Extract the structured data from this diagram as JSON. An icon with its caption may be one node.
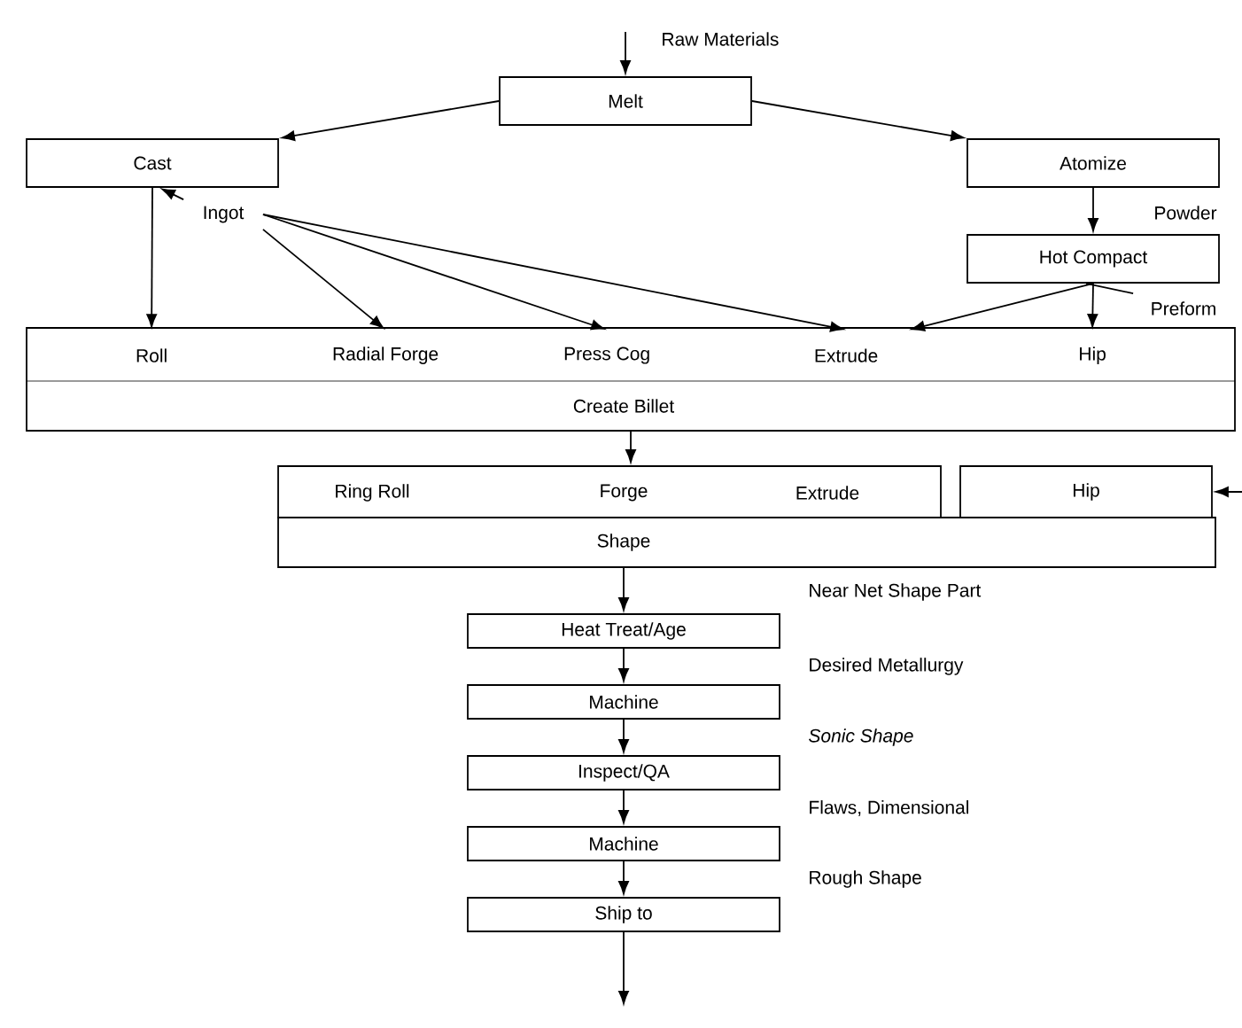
{
  "diagram": {
    "nodes": [
      {
        "text": [
          "Melt"
        ]
      },
      {
        "text": [
          "Cast"
        ]
      },
      {
        "text": [
          "Atomize"
        ]
      },
      {
        "text": [
          "Ingot"
        ]
      },
      {
        "text": [
          "Hot Compact"
        ]
      },
      {
        "text": [
          "Preform"
        ]
      },
      {
        "text": [
          "Create Billet"
        ]
      },
      {
        "text": [
          "Roll"
        ],
        "in": 6
      },
      {
        "text": [
          "Radial Forge"
        ],
        "in": 6
      },
      {
        "text": [
          "Press Cog"
        ],
        "in": 6
      },
      {
        "text": [
          "Extrude"
        ],
        "in": 6
      },
      {
        "text": [
          "Hip"
        ],
        "in": 6
      },
      {
        "text": [
          "Ring Roll",
          "Forge",
          "Extrude"
        ]
      },
      {
        "text": [
          "Hip"
        ]
      },
      {
        "text": [
          "Shape"
        ]
      },
      {
        "text": [
          "Heat Treat/Age"
        ]
      },
      {
        "text": [
          "Machine"
        ]
      },
      {
        "text": [
          "Inspect/QA"
        ]
      },
      {
        "text": [
          "Machine"
        ]
      },
      {
        "text": [
          "Ship to"
        ]
      }
    ],
    "edges": [
      {
        "from": null,
        "to": 0,
        "arrow": "to",
        "label": "Raw Materials"
      },
      {
        "from": 0,
        "to": 1,
        "arrow": "to"
      },
      {
        "from": 0,
        "to": 2,
        "arrow": "to"
      },
      {
        "from": 1,
        "to": 7,
        "arrow": "to"
      },
      {
        "from": 3,
        "to": 1,
        "arrow": "to"
      },
      {
        "from": 3,
        "to": 8,
        "arrow": "to"
      },
      {
        "from": 3,
        "to": 9,
        "arrow": "to"
      },
      {
        "from": 3,
        "to": 10,
        "arrow": "to"
      },
      {
        "from": 2,
        "to": 4,
        "arrow": "to",
        "label": "Powder"
      },
      {
        "from": 4,
        "to": 10,
        "arrow": "to"
      },
      {
        "from": 4,
        "to": 11,
        "arrow": "to"
      },
      {
        "from": 5,
        "to": 4,
        "arrow": "none"
      },
      {
        "from": 6,
        "to": 12,
        "arrow": "to"
      },
      {
        "from": null,
        "to": 13,
        "arrow": "to"
      },
      {
        "from": 14,
        "to": 15,
        "arrow": "to"
      },
      {
        "from": 15,
        "to": 16,
        "arrow": "to"
      },
      {
        "from": 16,
        "to": 17,
        "arrow": "to"
      },
      {
        "from": 17,
        "to": 18,
        "arrow": "to"
      },
      {
        "from": 18,
        "to": 19,
        "arrow": "to"
      },
      {
        "from": 19,
        "to": null,
        "arrow": "to"
      }
    ],
    "labels": [
      "Near Net Shape Part",
      "Desired Metallurgy",
      "Sonic Shape",
      "Flaws, Dimensional",
      "Rough Shape"
    ]
  }
}
